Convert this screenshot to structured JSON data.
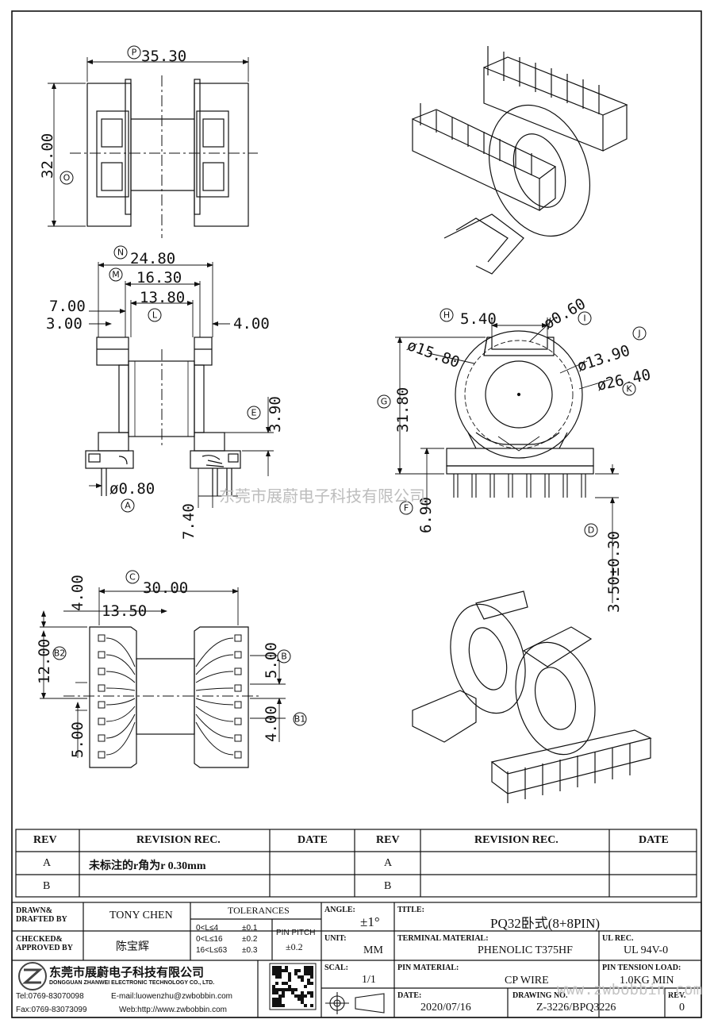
{
  "dimensions": {
    "top_width": "35.30",
    "top_height": "32.00",
    "front_n": "24.80",
    "front_m": "16.30",
    "front_l": "13.80",
    "front_left1": "7.00",
    "front_left2": "3.00",
    "front_right": "4.00",
    "front_flange": "3.90",
    "front_pin_dia": "ø0.80",
    "front_pin_len": "7.40",
    "side_h": "5.40",
    "side_i": "ø0.60",
    "side_outer": "ø15.80",
    "side_j": "ø13.90",
    "side_k": "ø26.40",
    "side_height": "31.80",
    "side_f": "6.90",
    "side_d": "3.50±0.30",
    "bottom_c": "30.00",
    "bottom_4": "4.00",
    "bottom_135": "13.50",
    "bottom_12": "12.00",
    "bottom_5a": "5.00",
    "bottom_5b": "5.00",
    "bottom_4b": "4.00"
  },
  "callouts": [
    "P",
    "O",
    "N",
    "M",
    "L",
    "E",
    "A",
    "H",
    "I",
    "J",
    "K",
    "G",
    "F",
    "D",
    "C",
    "B2",
    "B",
    "B1"
  ],
  "watermark": "东莞市展蔚电子科技有限公司",
  "revision_table": {
    "headers": [
      "REV",
      "REVISION REC.",
      "DATE",
      "REV",
      "REVISION REC.",
      "DATE"
    ],
    "rows": [
      {
        "rev": "A",
        "rec": "未标注的r角为r 0.30mm",
        "date": "",
        "rev2": "A",
        "rec2": "",
        "date2": ""
      },
      {
        "rev": "B",
        "rec": "",
        "date": "",
        "rev2": "B",
        "rec2": "",
        "date2": ""
      }
    ]
  },
  "title_block": {
    "drawn_label": "DRAWN& DRAFTED BY",
    "drawn_value": "TONY CHEN",
    "checked_label": "CHECKED& APPROVED BY",
    "checked_value": "陈宝辉",
    "tolerances_label": "TOLERANCES",
    "tol_rows": [
      {
        "range": "0<L≤4",
        "tol": "±0.1"
      },
      {
        "range": "0<L≤16",
        "tol": "±0.2"
      },
      {
        "range": "16<L≤63",
        "tol": "±0.3"
      }
    ],
    "pin_pitch_label": "PIN PITCH",
    "pin_pitch_value": "±0.2",
    "angle_label": "ANGLE:",
    "angle_value": "±1°",
    "unit_label": "UNIT:",
    "unit_value": "MM",
    "scale_label": "SCAL:",
    "scale_value": "1/1",
    "title_label": "TITLE:",
    "title_value": "PQ32卧式(8+8PIN)",
    "terminal_label": "TERMINAL MATERIAL:",
    "terminal_value": "PHENOLIC T375HF",
    "ul_label": "UL REC.",
    "ul_value": "UL 94V-0",
    "pin_material_label": "PIN MATERIAL:",
    "pin_material_value": "CP WIRE",
    "tension_label": "PIN TENSION LOAD:",
    "tension_value": "1.0KG MIN",
    "date_label": "DATE:",
    "date_value": "2020/07/16",
    "drawing_label": "DRAWING NO.",
    "drawing_value": "Z-3226/BPQ3226",
    "rev_label": "REV.",
    "rev_value": "0",
    "company_cn": "东莞市展蔚电子科技有限公司",
    "company_en": "DONGGUAN ZHANWEI ELECTRONIC TECHNOLOGY CO., LTD.",
    "tel": "Tel:0769-83070098",
    "email": "E-mail:luowenzhu@zwbobbin.com",
    "fax": "Fax:0769-83073099",
    "web": "Web:http://www.zwbobbin.com",
    "watermark_url": "www.zwbobbin.com"
  }
}
